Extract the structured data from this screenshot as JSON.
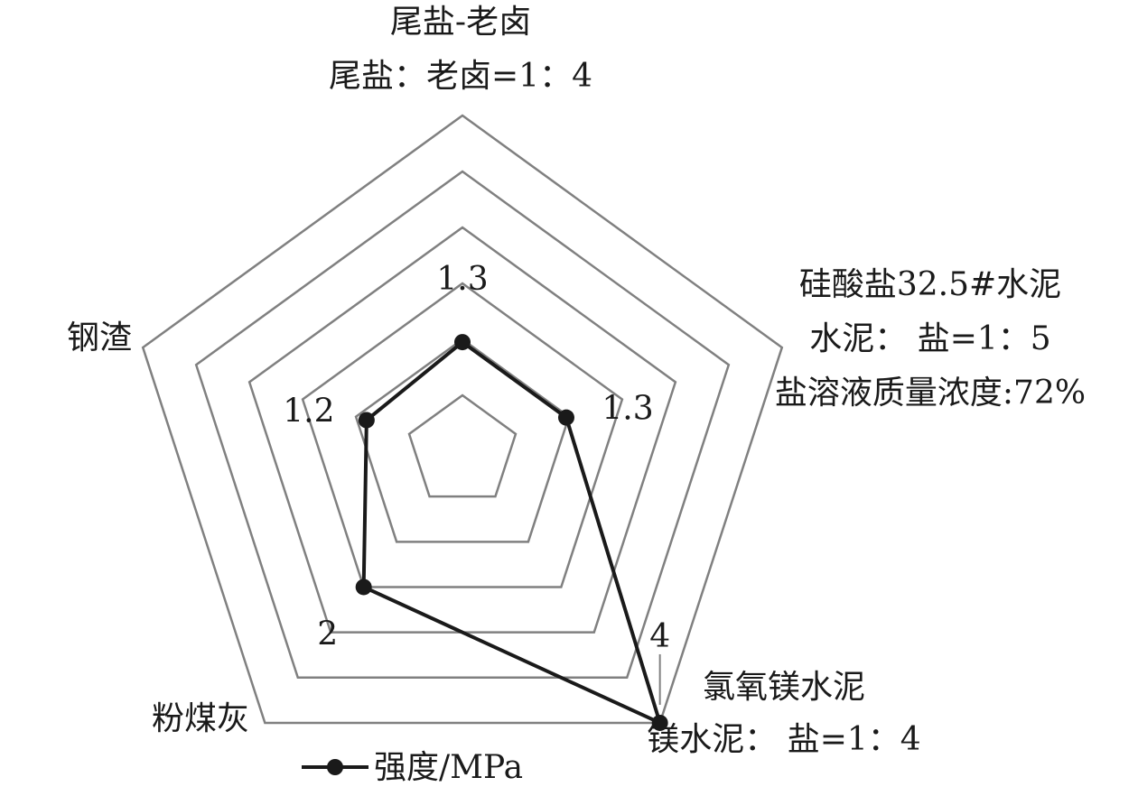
{
  "chart_data": {
    "type": "radar",
    "axes": [
      {
        "label_lines": [
          "尾盐-老卤",
          "尾盐：老卤=1：4"
        ]
      },
      {
        "label_lines": [
          "硅酸盐32.5#水泥",
          "水泥： 盐=1：5",
          "盐溶液质量浓度:72%"
        ]
      },
      {
        "label_lines": [
          "氯氧镁水泥",
          "镁水泥： 盐=1：4"
        ]
      },
      {
        "label_lines": [
          "粉煤灰"
        ]
      },
      {
        "label_lines": [
          "钢渣"
        ]
      }
    ],
    "series": [
      {
        "name": "强度/MPa",
        "values": [
          1.3,
          1.3,
          4,
          2,
          1.2
        ],
        "data_labels": [
          "1.3",
          "1.3",
          "4",
          "2",
          "1.2"
        ],
        "color": "#1a1a1a"
      }
    ],
    "rlim": [
      0,
      4
    ],
    "rings": 6,
    "grid": true,
    "grid_color": "#808080",
    "legend": "bottom-left"
  }
}
